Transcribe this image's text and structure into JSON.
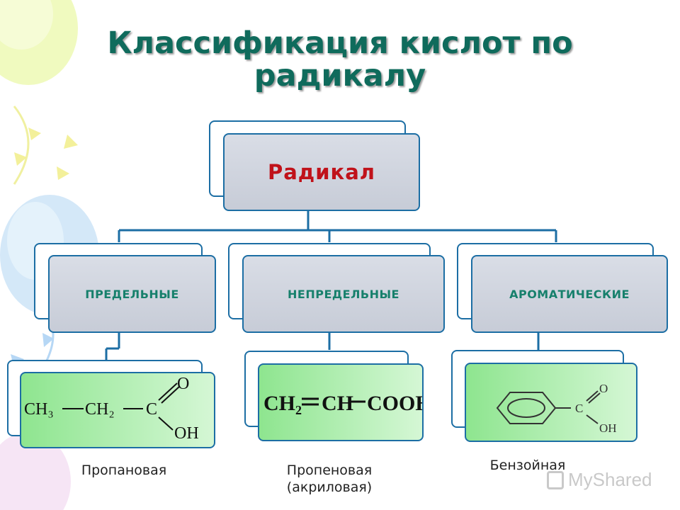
{
  "title": "Классификация кислот по радикалу",
  "root": {
    "label": "Радикал"
  },
  "categories": [
    {
      "label": "ПРЕДЕЛЬНЫЕ",
      "example_name": "Пропановая"
    },
    {
      "label": "НЕПРЕДЕЛЬНЫЕ",
      "example_name": "Пропеновая\n(акриловая)"
    },
    {
      "label": "АРОМАТИЧЕСКИЕ",
      "example_name": "Бензойная"
    }
  ],
  "formulas": {
    "propanoic": {
      "ch3": "CH₃",
      "ch2": "CH₂",
      "c": "C",
      "o": "O",
      "oh": "OH"
    },
    "acrylic": {
      "ch2": "CH₂",
      "eq": "═",
      "ch": "CH",
      "cooh": "COOH"
    },
    "benzoic": {
      "c": "C",
      "o": "O",
      "oh": "OH"
    }
  },
  "watermark": "MyShared",
  "colors": {
    "border": "#1c6ea4",
    "title": "#0f6b5c",
    "root_text": "#c0121a",
    "category_text": "#17806c"
  }
}
